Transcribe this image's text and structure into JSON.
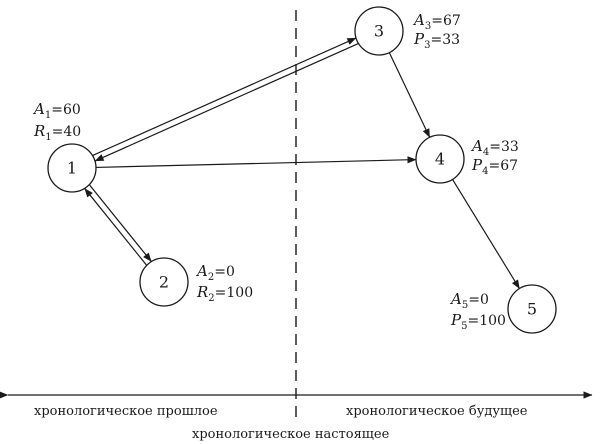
{
  "nodes": [
    {
      "id": "1",
      "label": "1",
      "params": [
        {
          "var": "A",
          "sub": "1",
          "value": "=60"
        },
        {
          "var": "R",
          "sub": "1",
          "value": "=40"
        }
      ]
    },
    {
      "id": "2",
      "label": "2",
      "params": [
        {
          "var": "A",
          "sub": "2",
          "value": "=0"
        },
        {
          "var": "R",
          "sub": "2",
          "value": "=100"
        }
      ]
    },
    {
      "id": "3",
      "label": "3",
      "params": [
        {
          "var": "A",
          "sub": "3",
          "value": "=67"
        },
        {
          "var": "P",
          "sub": "3",
          "value": "=33"
        }
      ]
    },
    {
      "id": "4",
      "label": "4",
      "params": [
        {
          "var": "A",
          "sub": "4",
          "value": "=33"
        },
        {
          "var": "P",
          "sub": "4",
          "value": "=67"
        }
      ]
    },
    {
      "id": "5",
      "label": "5",
      "params": [
        {
          "var": "A",
          "sub": "5",
          "value": "=0"
        },
        {
          "var": "P",
          "sub": "5",
          "value": "=100"
        }
      ]
    }
  ],
  "edges": [
    {
      "from": "1",
      "to": "3"
    },
    {
      "from": "3",
      "to": "1"
    },
    {
      "from": "1",
      "to": "4"
    },
    {
      "from": "1",
      "to": "2"
    },
    {
      "from": "2",
      "to": "1"
    },
    {
      "from": "3",
      "to": "4"
    },
    {
      "from": "4",
      "to": "5"
    }
  ],
  "timeline": {
    "past": "хронологическое прошлое",
    "future": "хронологическое будущее",
    "present": "хронологическое настоящее"
  },
  "colors": {
    "ink": "#1a1a1a",
    "background": "#ffffff"
  }
}
